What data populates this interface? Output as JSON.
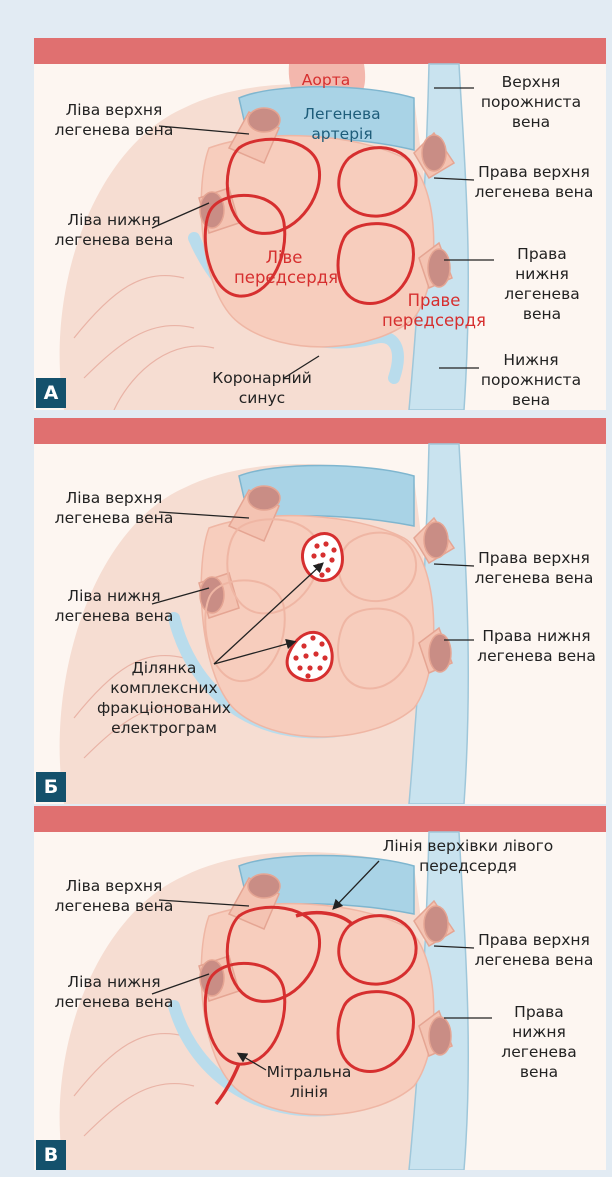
{
  "panels": [
    {
      "badge": "А",
      "labels": {
        "aorta": "Аорта",
        "pulmonary_artery": [
          "Легенева",
          "артерія"
        ],
        "svc": [
          "Верхня",
          "порожниста",
          "вена"
        ],
        "left_superior_pv": [
          "Ліва верхня",
          "легенева вена"
        ],
        "left_inferior_pv": [
          "Ліва нижня",
          "легенева вена"
        ],
        "right_superior_pv": [
          "Права верхня",
          "легенева вена"
        ],
        "right_inferior_pv": [
          "Права",
          "нижня",
          "легенева",
          "вена"
        ],
        "left_atrium": [
          "Ліве",
          "передсердя"
        ],
        "right_atrium": [
          "Праве",
          "передсердя"
        ],
        "coronary_sinus": [
          "Коронарний",
          "синус"
        ],
        "ivc": [
          "Нижня",
          "порожниста",
          "вена"
        ]
      }
    },
    {
      "badge": "Б",
      "labels": {
        "left_superior_pv": [
          "Ліва верхня",
          "легенева вена"
        ],
        "left_inferior_pv": [
          "Ліва нижня",
          "легенева вена"
        ],
        "right_superior_pv": [
          "Права верхня",
          "легенева вена"
        ],
        "right_inferior_pv": [
          "Права нижня",
          "легенева вена"
        ],
        "cfae": [
          "Ділянка",
          "комплексних",
          "фракціонованих",
          "електрограм"
        ]
      }
    },
    {
      "badge": "В",
      "labels": {
        "left_superior_pv": [
          "Ліва верхня",
          "легенева вена"
        ],
        "left_inferior_pv": [
          "Ліва нижня",
          "легенева вена"
        ],
        "right_superior_pv": [
          "Права верхня",
          "легенева вена"
        ],
        "right_inferior_pv": [
          "Права",
          "нижня",
          "легенева",
          "вена"
        ],
        "roof_line": [
          "Лінія верхівки лівого",
          "передсердя"
        ],
        "mitral_line": [
          "Мітральна",
          "лінія"
        ]
      }
    }
  ],
  "colors": {
    "background": "#e2ebf3",
    "bar": "#e07070",
    "badge": "#14516c",
    "ablation_line": "#d62f2f",
    "vessel": "#a9d3e6",
    "atrium": "#f7cdbd"
  }
}
